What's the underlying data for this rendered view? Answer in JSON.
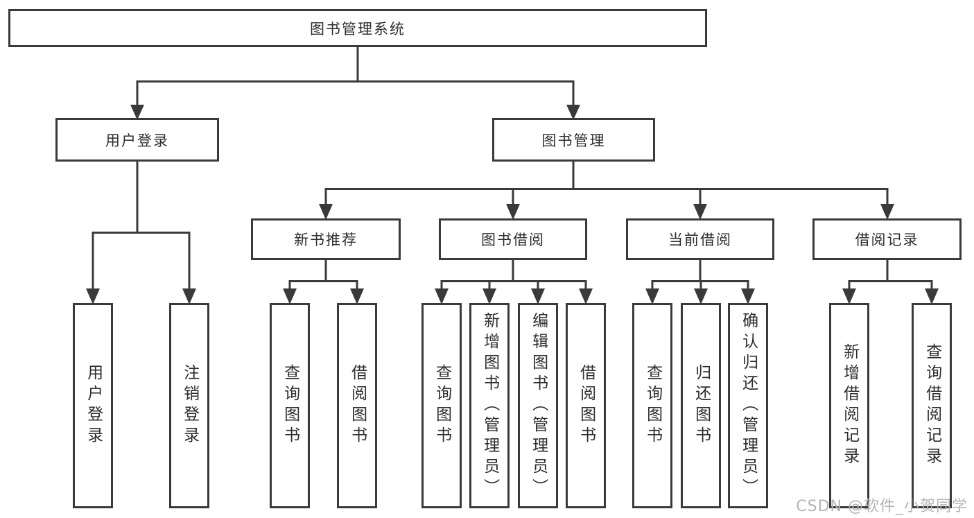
{
  "page": {
    "background": "#ffffff"
  },
  "colors": {
    "line": "#3a3a3a",
    "text": "#2e2e2e",
    "watermark": "#b4b4b4"
  },
  "diagram": {
    "type": "hierarchy-tree",
    "root": {
      "label": "图书管理系统"
    },
    "branches": [
      {
        "label": "用户登录",
        "children": [
          "用户登录",
          "注销登录"
        ]
      },
      {
        "label": "图书管理",
        "sections": [
          {
            "label": "新书推荐",
            "children": [
              "查询图书",
              "借阅图书"
            ]
          },
          {
            "label": "图书借阅",
            "children": [
              "查询图书",
              "新增图书（管理员）",
              "编辑图书（管理员）",
              "借阅图书"
            ]
          },
          {
            "label": "当前借阅",
            "children": [
              "查询图书",
              "归还图书",
              "确认归还（管理员）"
            ]
          },
          {
            "label": "借阅记录",
            "children": [
              "新增借阅记录",
              "查询借阅记录"
            ]
          }
        ]
      }
    ]
  },
  "watermark": "CSDN @软件_小贺同学"
}
